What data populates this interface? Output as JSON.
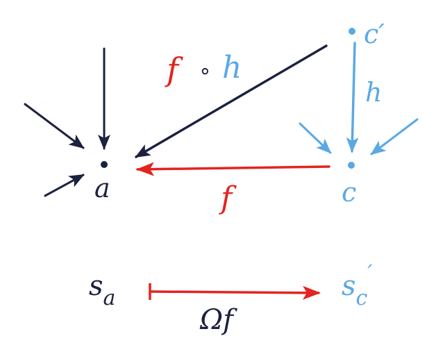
{
  "colors": {
    "navy": "#1c2140",
    "red": "#e3241f",
    "blue": "#5ba9e3"
  },
  "objects": {
    "a": "a",
    "c": "c",
    "c_prime": "c′"
  },
  "morphisms": {
    "f": "f",
    "h": "h",
    "composite_f": "f",
    "composite_op": "∘",
    "composite_h": "h"
  },
  "bottom": {
    "s_a_base": "s",
    "s_a_sub": "a",
    "s_c_base": "s",
    "s_c_sub": "c",
    "s_c_prime": "′",
    "omega": "Ωf"
  }
}
